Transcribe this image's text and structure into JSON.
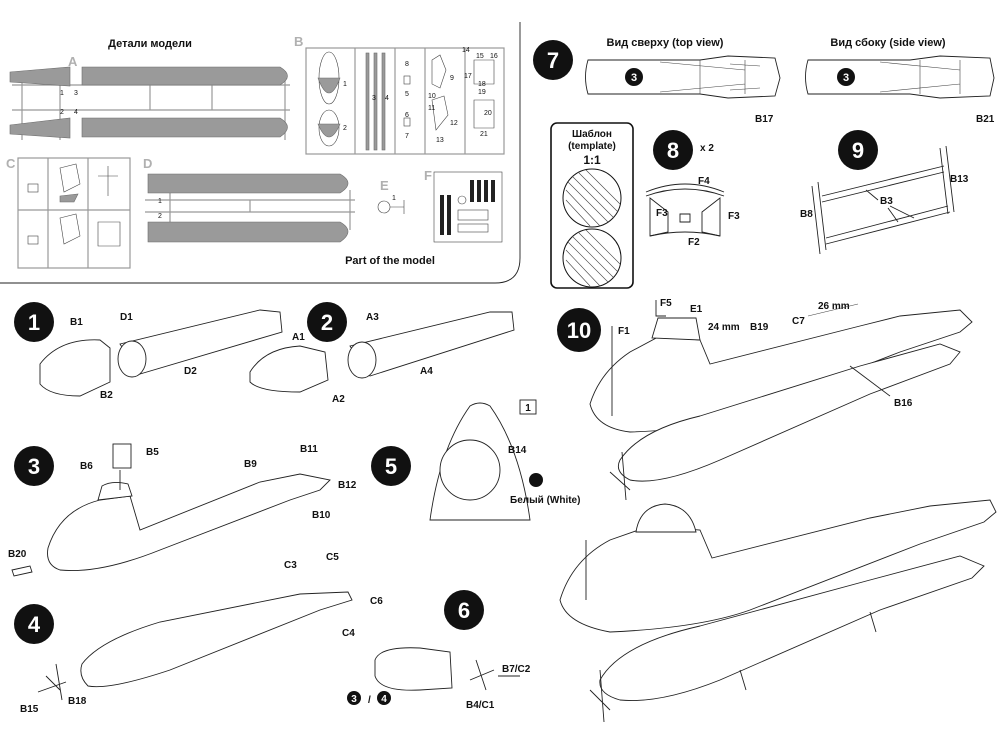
{
  "sprue_panel": {
    "title_ru": "Детали модели",
    "title_en": "Part of the model",
    "letters": [
      "A",
      "B",
      "C",
      "D",
      "E",
      "F"
    ],
    "part_numbers": {
      "a": [
        "1",
        "2",
        "3",
        "4"
      ],
      "b": [
        "1",
        "2",
        "3",
        "4",
        "5",
        "6",
        "7",
        "8",
        "9",
        "10",
        "11",
        "12",
        "13",
        "14",
        "15",
        "16",
        "17",
        "18",
        "19",
        "20",
        "21"
      ],
      "d": [
        "1",
        "2"
      ],
      "e": [
        "1"
      ]
    }
  },
  "step7": {
    "number": "7",
    "top_view": "Вид сверху (top view)",
    "side_view": "Вид сбоку (side view)",
    "badge_top": "3",
    "badge_side": "3",
    "label_top": "B17",
    "label_side": "B21"
  },
  "template": {
    "title_ru": "Шаблон",
    "title_en": "(template)",
    "scale": "1:1"
  },
  "step8": {
    "number": "8",
    "multiplier": "x 2",
    "labels": [
      "F4",
      "F3",
      "F3",
      "F2"
    ]
  },
  "step9": {
    "number": "9",
    "labels": [
      "B13",
      "B3",
      "B8"
    ]
  },
  "step1": {
    "number": "1",
    "labels": [
      "B1",
      "D1",
      "D2",
      "B2"
    ]
  },
  "step2": {
    "number": "2",
    "labels": [
      "A3",
      "A1",
      "A4",
      "A2"
    ]
  },
  "step3": {
    "number": "3",
    "labels": [
      "B5",
      "B6",
      "B11",
      "B9",
      "B12",
      "B10",
      "B20"
    ]
  },
  "step4": {
    "number": "4",
    "labels": [
      "C5",
      "C3",
      "C6",
      "C4",
      "B15",
      "B18"
    ]
  },
  "step5": {
    "number": "5",
    "callout": "1",
    "labels": [
      "B14"
    ],
    "paint_note": "Белый (White)"
  },
  "step6": {
    "number": "6",
    "badge_a": "3",
    "badge_sep": "/",
    "badge_b": "4",
    "labels": [
      "B7/C2",
      "B4/C1"
    ]
  },
  "step10": {
    "number": "10",
    "labels": [
      "F5",
      "E1",
      "F1",
      "B19",
      "C7",
      "B16"
    ],
    "dim_a": "24 mm",
    "dim_b": "26 mm"
  },
  "colors": {
    "ink": "#111111",
    "sprue_gray": "#9a9a9a",
    "paper": "#ffffff"
  }
}
